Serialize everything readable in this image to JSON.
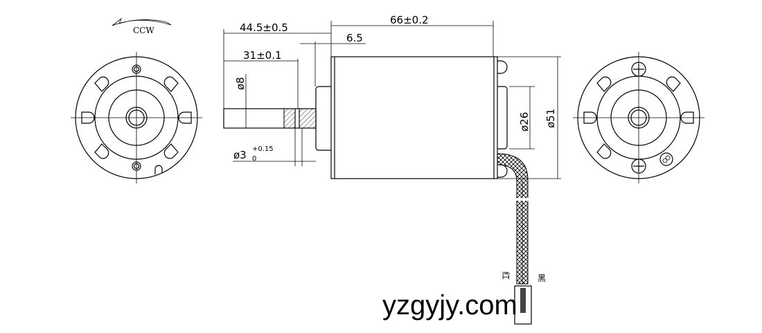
{
  "drawing": {
    "rotation_label": "CCW",
    "dimensions": {
      "overall_length": "66±0.2",
      "shaft_to_face": "44.5±0.5",
      "boss_length": "6.5",
      "shaft_length": "31±0.1",
      "shaft_diameter": "ø8",
      "groove_diameter_base": "ø3",
      "groove_tol_upper": "+0.15",
      "groove_tol_lower": "0",
      "rear_boss_diameter": "ø26",
      "body_diameter": "ø51"
    },
    "wire_labels": {
      "red": "红",
      "black": "黑"
    },
    "watermark": "yzgyjy.com"
  }
}
